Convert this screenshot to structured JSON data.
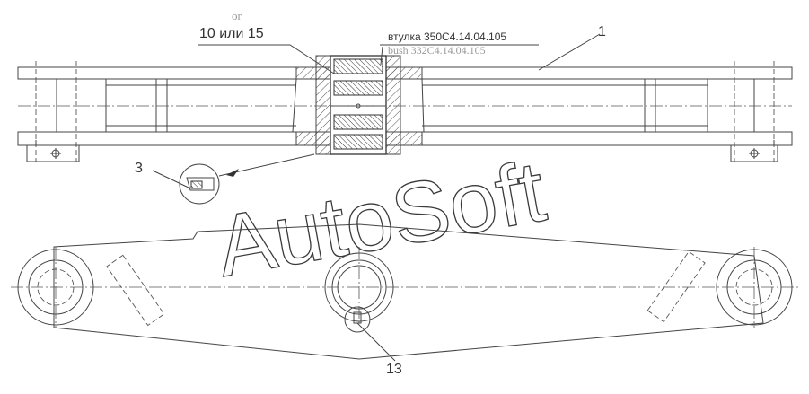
{
  "labels": {
    "alt_or": "or",
    "choice": "10 или 15",
    "bush_ru": "втулка  350С4.14.04.105",
    "bush_en": "bush 332C4.14.04.105",
    "part_1": "1",
    "part_3": "3",
    "part_13": "13"
  },
  "watermark": "AutoSoft",
  "colors": {
    "line": "#444444",
    "hatch": "#555555",
    "label_gray": "#999999",
    "background": "#ffffff"
  }
}
